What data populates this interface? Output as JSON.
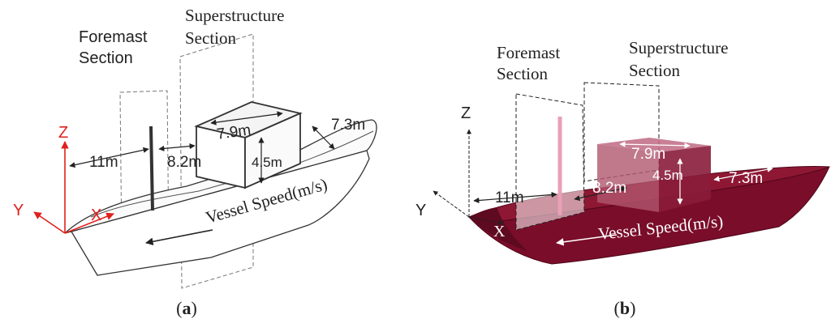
{
  "panel_a": {
    "caption_open": "(",
    "caption_letter": "a",
    "caption_close": ")",
    "foremast_label_line1": "Foremast",
    "foremast_label_line2": "Section",
    "superstructure_label_line1": "Superstructure",
    "superstructure_label_line2": "Section",
    "dim_11": "11m",
    "dim_8_2": "8.2m",
    "dim_7_9": "7.9m",
    "dim_4_5": "4.5m",
    "dim_7_3": "7.3m",
    "speed_label": "Vessel Speed(m/s)",
    "axis_z": "Z",
    "axis_y": "Y",
    "axis_x": "X",
    "axis_color": "#e0201c"
  },
  "panel_b": {
    "caption_open": "(",
    "caption_letter": "b",
    "caption_close": ")",
    "foremast_label_line1": "Foremast",
    "foremast_label_line2": "Section",
    "superstructure_label_line1": "Superstructure",
    "superstructure_label_line2": "Section",
    "dim_11": "11m",
    "dim_8_2": "8.2m",
    "dim_7_9": "7.9m",
    "dim_4_5": "4.5m",
    "dim_7_3": "7.3m",
    "speed_label": "Vessel Speed(m/s)",
    "axis_z": "Z",
    "axis_y": "Y",
    "axis_x": "X",
    "hull_color": "#7a0d2a",
    "superstructure_color": "#b0566e",
    "mast_color": "#e9a0b8"
  }
}
